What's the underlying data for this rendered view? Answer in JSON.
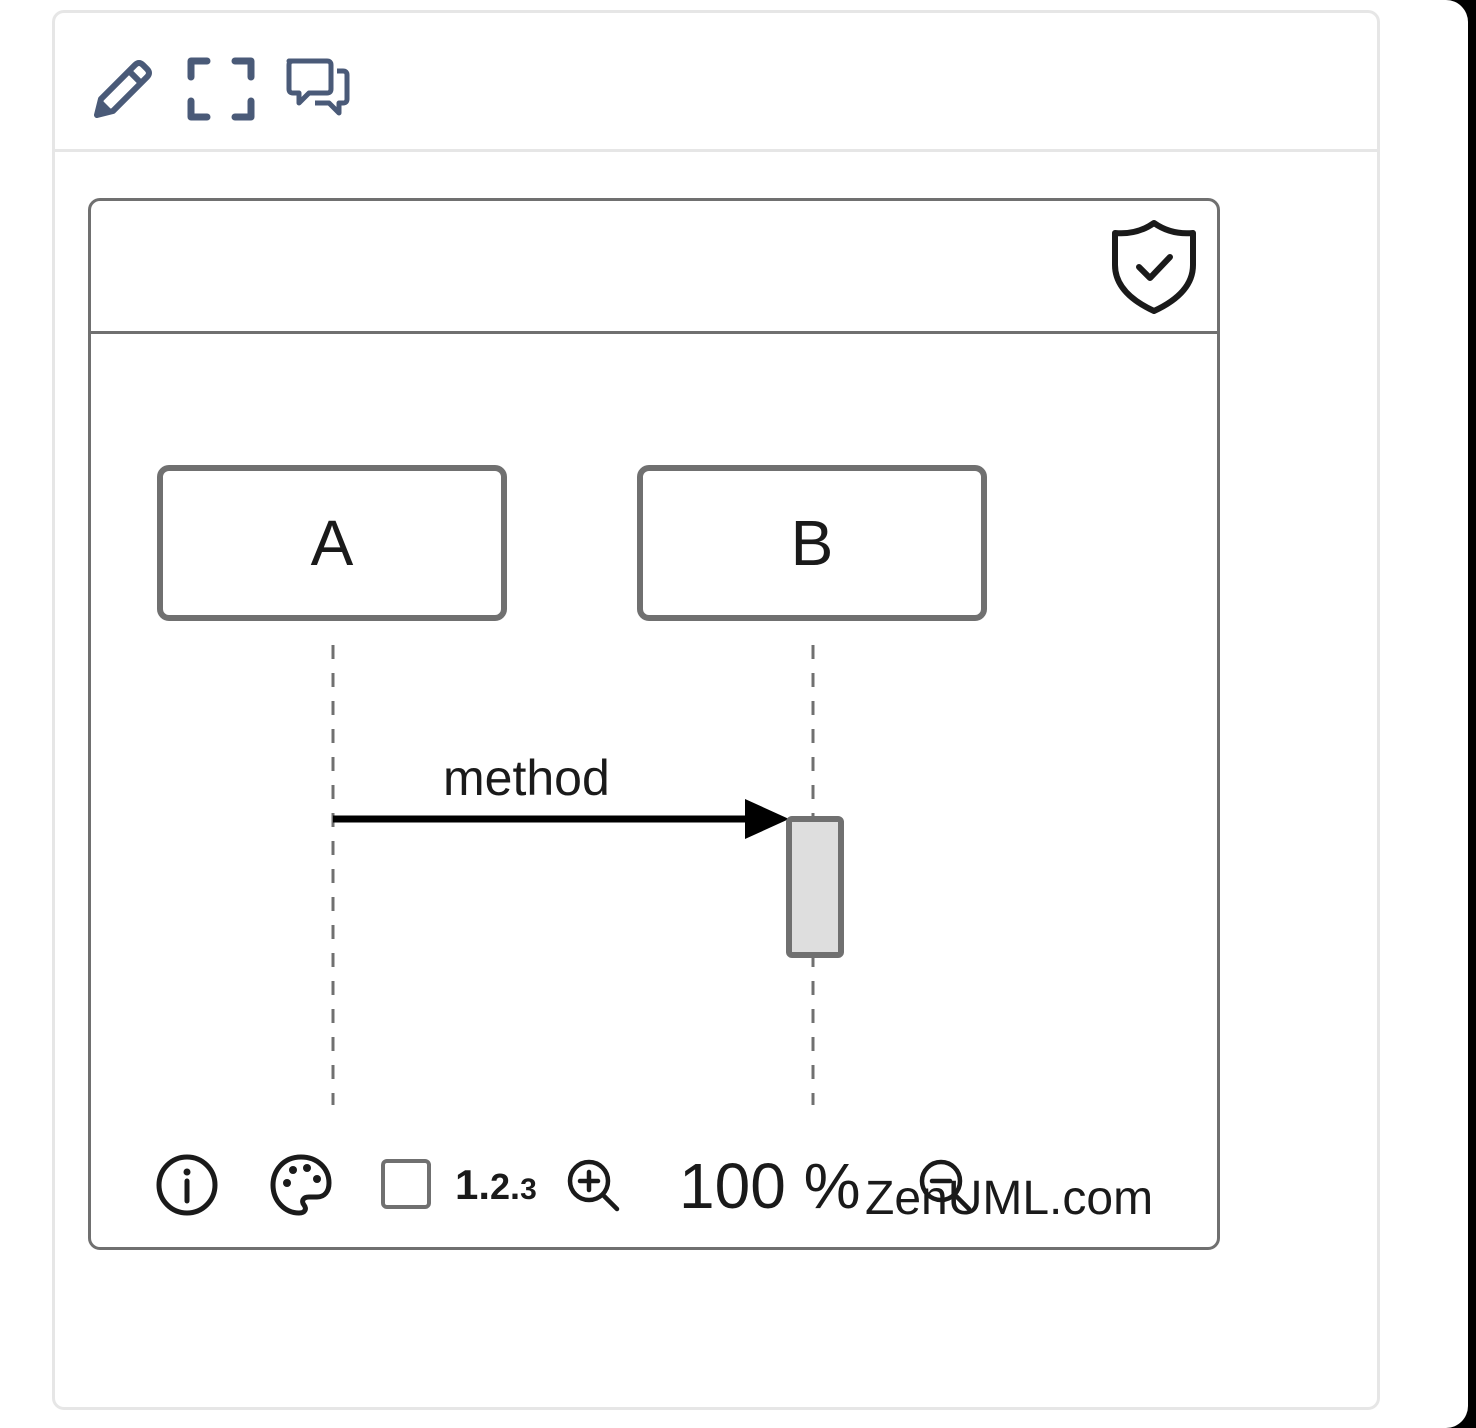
{
  "toolbar": {
    "icons": [
      "pencil-icon",
      "fullscreen-icon",
      "comments-icon"
    ],
    "icon_color": "#4a5a78"
  },
  "diagram": {
    "participants": [
      {
        "label": "A"
      },
      {
        "label": "B"
      }
    ],
    "messages": [
      {
        "from": "A",
        "to": "B",
        "label": "method"
      }
    ],
    "status_icon": "shield-check-icon"
  },
  "controls": {
    "info_icon": "info-icon",
    "theme_icon": "palette-icon",
    "numbering_checkbox": false,
    "numbering_label": {
      "a": "1.",
      "b": "2.",
      "c": "3"
    },
    "zoom_in_icon": "zoom-in-icon",
    "zoom_level": "100 %",
    "zoom_out_icon": "zoom-out-icon",
    "brand": "ZenUML.com"
  },
  "colors": {
    "border": "#707070",
    "activation_fill": "#dedede",
    "text": "#1a1a1a",
    "panel_border": "#e6e6e6"
  }
}
